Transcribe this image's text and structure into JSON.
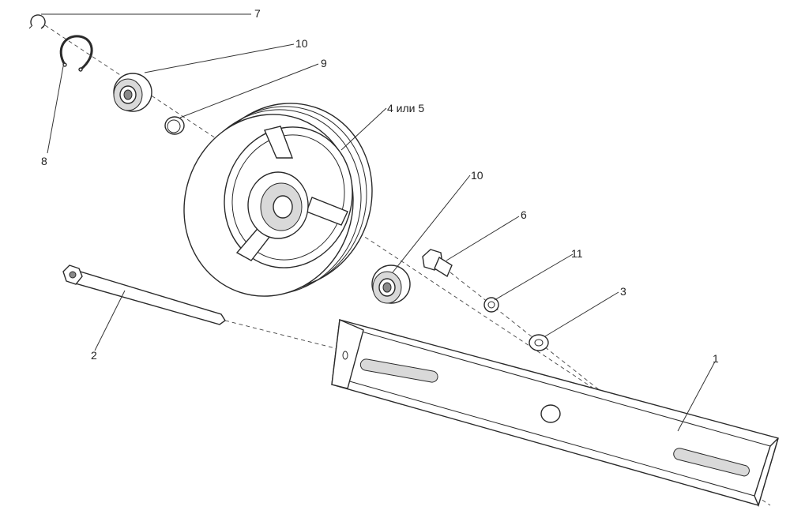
{
  "callouts": {
    "c7": "7",
    "c10a": "10",
    "c9": "9",
    "c8": "8",
    "c4or5": "4 или 5",
    "c10b": "10",
    "c6": "6",
    "c11": "11",
    "c3": "3",
    "c2": "2",
    "c1": "1"
  }
}
